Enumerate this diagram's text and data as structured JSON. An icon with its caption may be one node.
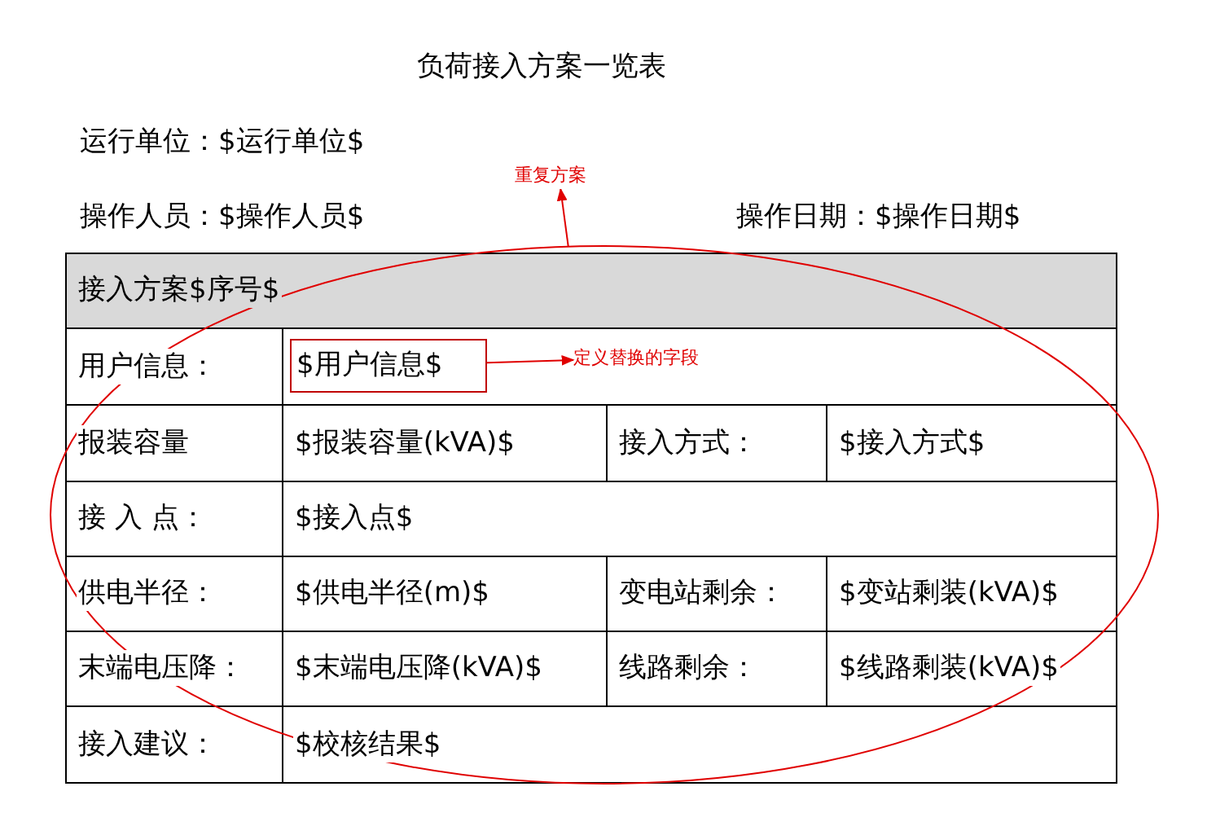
{
  "diagram": {
    "title": "负荷接入方案一览表",
    "nodes": [
      {
        "text": [],
        "shape": "ellipse"
      },
      {
        "text": [
          "重复方案"
        ]
      },
      {
        "text": [
          "$用户信息$"
        ],
        "in": 0
      },
      {
        "text": [
          "定义替换的字段"
        ],
        "in": 0
      }
    ],
    "edges": [
      {
        "from": 0,
        "to": 1,
        "arrow": "to",
        "color": "#e00000"
      },
      {
        "from": 2,
        "to": 3,
        "arrow": "to",
        "color": "#e00000"
      }
    ],
    "labels": [
      "运行单位：$运行单位$",
      "操作人员：$操作人员$",
      "操作日期：$操作日期$",
      "接入方案$序号$",
      "用户信息：",
      "报装容量",
      "$报装容量(kVA)$",
      "接入方式：",
      "$接入方式$",
      "接 入 点：",
      "$接入点$",
      "供电半径：",
      "$供电半径(m)$",
      "变电站剩余：",
      "$变站剩装(kVA)$",
      "末端电压降：",
      "$末端电压降(kVA)$",
      "线路剩余：",
      "$线路剩装(kVA)$",
      "接入建议：",
      "$校核结果$"
    ]
  }
}
